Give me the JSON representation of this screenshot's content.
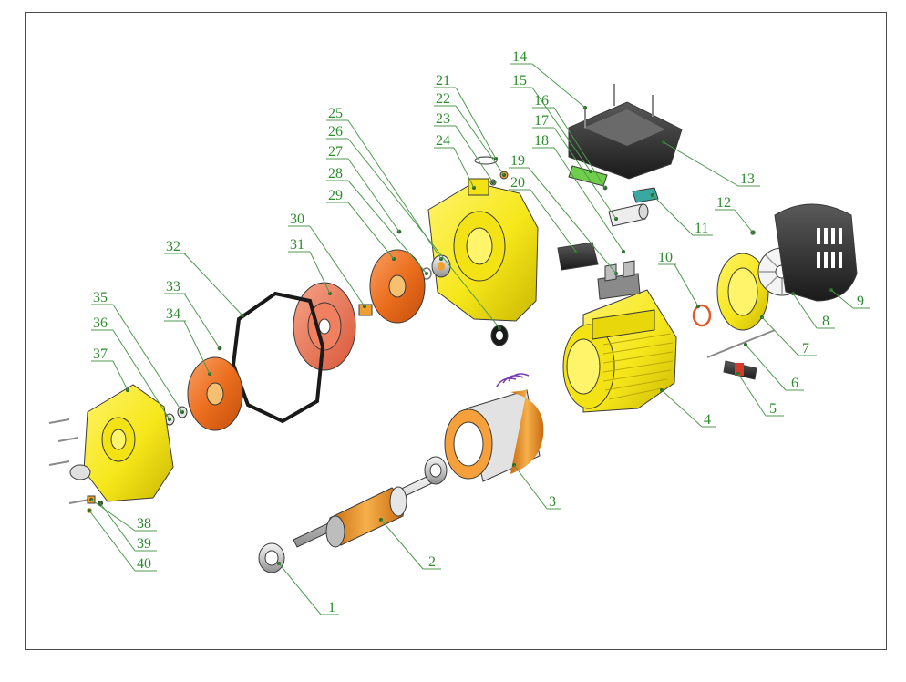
{
  "colors": {
    "frame": "#4a4a4a",
    "label_green": "#2e8b2e",
    "housing_yellow": "#f6e71b",
    "impeller_orange": "#ec6e1e",
    "copper": "#e98a2a",
    "grey_metal": "#c8c8c8",
    "black_part": "#2a2a2a",
    "teal_part": "#3aa7a0",
    "green_part": "#6fcf4a"
  },
  "labels": [
    "1",
    "2",
    "3",
    "4",
    "5",
    "6",
    "7",
    "8",
    "9",
    "10",
    "11",
    "12",
    "13",
    "14",
    "15",
    "16",
    "17",
    "18",
    "19",
    "20",
    "21",
    "22",
    "23",
    "24",
    "25",
    "26",
    "27",
    "28",
    "29",
    "30",
    "31",
    "32",
    "33",
    "34",
    "35",
    "36",
    "37",
    "38",
    "39",
    "40"
  ]
}
